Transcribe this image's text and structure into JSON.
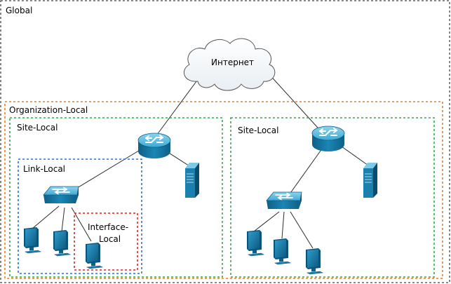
{
  "zones": {
    "global": "Global",
    "organization": "Organization-Local",
    "site_left": "Site-Local",
    "site_right": "Site-Local",
    "link": "Link-Local",
    "interface_line1": "Interface-",
    "interface_line2": "Local"
  },
  "cloud": {
    "label": "Интернет"
  },
  "colors": {
    "global": "#444444",
    "organization": "#ee7d1f",
    "site": "#2eaa4c",
    "link": "#2f6fd0",
    "interface": "#d42a2a",
    "device_dark": "#0f6f98",
    "device_mid": "#1a8ab8",
    "device_light": "#7cc9e8"
  },
  "icons": [
    "cloud-icon",
    "router-icon",
    "switch-icon",
    "server-icon",
    "monitor-icon"
  ]
}
